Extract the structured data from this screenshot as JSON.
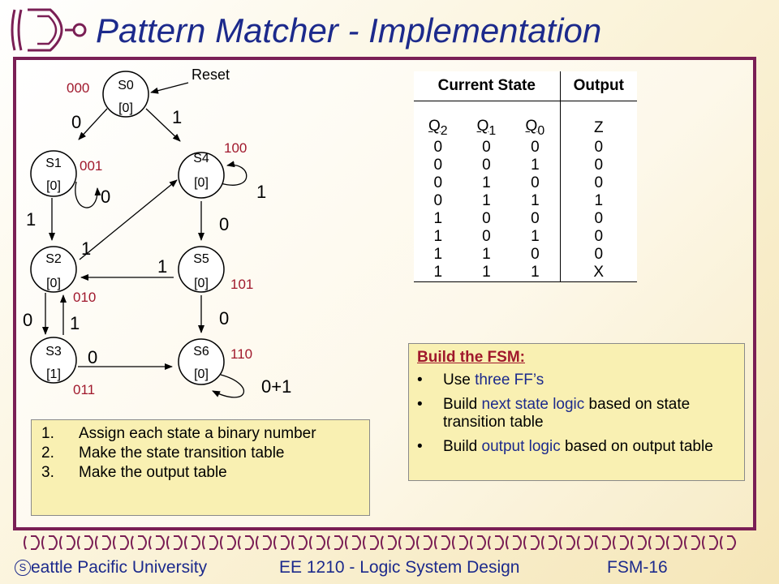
{
  "title": "Pattern Matcher - Implementation",
  "diagram": {
    "reset_label": "Reset",
    "states": [
      {
        "id": "S0",
        "name": "S0",
        "output": "[0]",
        "code": "000"
      },
      {
        "id": "S1",
        "name": "S1",
        "output": "[0]",
        "code": "001"
      },
      {
        "id": "S2",
        "name": "S2",
        "output": "[0]",
        "code": "010"
      },
      {
        "id": "S3",
        "name": "S3",
        "output": "[1]",
        "code": "011"
      },
      {
        "id": "S4",
        "name": "S4",
        "output": "[0]",
        "code": "100"
      },
      {
        "id": "S5",
        "name": "S5",
        "output": "[0]",
        "code": "101"
      },
      {
        "id": "S6",
        "name": "S6",
        "output": "[0]",
        "code": "110"
      }
    ],
    "transitions": [
      {
        "from": "S0",
        "to": "S1",
        "label": "0"
      },
      {
        "from": "S0",
        "to": "S4",
        "label": "1"
      },
      {
        "from": "S1",
        "to": "S1",
        "label": "0"
      },
      {
        "from": "S1",
        "to": "S2",
        "label": "1"
      },
      {
        "from": "S2",
        "to": "S3",
        "label": "0"
      },
      {
        "from": "S2",
        "to": "S4",
        "label": "1"
      },
      {
        "from": "S3",
        "to": "S2",
        "label": "1"
      },
      {
        "from": "S3",
        "to": "S6",
        "label": "0"
      },
      {
        "from": "S4",
        "to": "S4",
        "label": "1"
      },
      {
        "from": "S4",
        "to": "S5",
        "label": "0"
      },
      {
        "from": "S5",
        "to": "S2",
        "label": "1"
      },
      {
        "from": "S5",
        "to": "S6",
        "label": "0"
      },
      {
        "from": "S6",
        "to": "S6",
        "label": "0+1"
      }
    ]
  },
  "output_table": {
    "headers": [
      "Current State",
      "Output"
    ],
    "subheaders": [
      {
        "sym": "Q",
        "sub": "2"
      },
      {
        "sym": "Q",
        "sub": "1"
      },
      {
        "sym": "Q",
        "sub": "0"
      },
      {
        "sym": "Z",
        "sub": ""
      }
    ],
    "rows": [
      [
        "0",
        "0",
        "0",
        "0"
      ],
      [
        "0",
        "0",
        "1",
        "0"
      ],
      [
        "0",
        "1",
        "0",
        "0"
      ],
      [
        "0",
        "1",
        "1",
        "1"
      ],
      [
        "1",
        "0",
        "0",
        "0"
      ],
      [
        "1",
        "0",
        "1",
        "0"
      ],
      [
        "1",
        "1",
        "0",
        "0"
      ],
      [
        "1",
        "1",
        "1",
        "X"
      ]
    ]
  },
  "build_box": {
    "heading": "Build the FSM:",
    "bullet": "•",
    "items": [
      {
        "pre": "Use ",
        "hl": "three FF’s",
        "post": ""
      },
      {
        "pre": "Build ",
        "hl": "next state logic",
        "post": " based on state transition table"
      },
      {
        "pre": "Build ",
        "hl": "output logic",
        "post": " based on output table"
      }
    ]
  },
  "steps": [
    {
      "num": "1.",
      "text": "Assign each state a binary number"
    },
    {
      "num": "2.",
      "text": "Make the state transition table"
    },
    {
      "num": "3.",
      "text": "Make the output table"
    }
  ],
  "footer": {
    "logo_letter": "S",
    "university": "eattle  Pacific University",
    "course": "EE 1210 - Logic System Design",
    "slide": "FSM-16"
  },
  "colors": {
    "title": "#1c2a8c",
    "frame": "#7a1f55",
    "state_code": "#a0182c",
    "box_fill": "#f9f0b2"
  }
}
